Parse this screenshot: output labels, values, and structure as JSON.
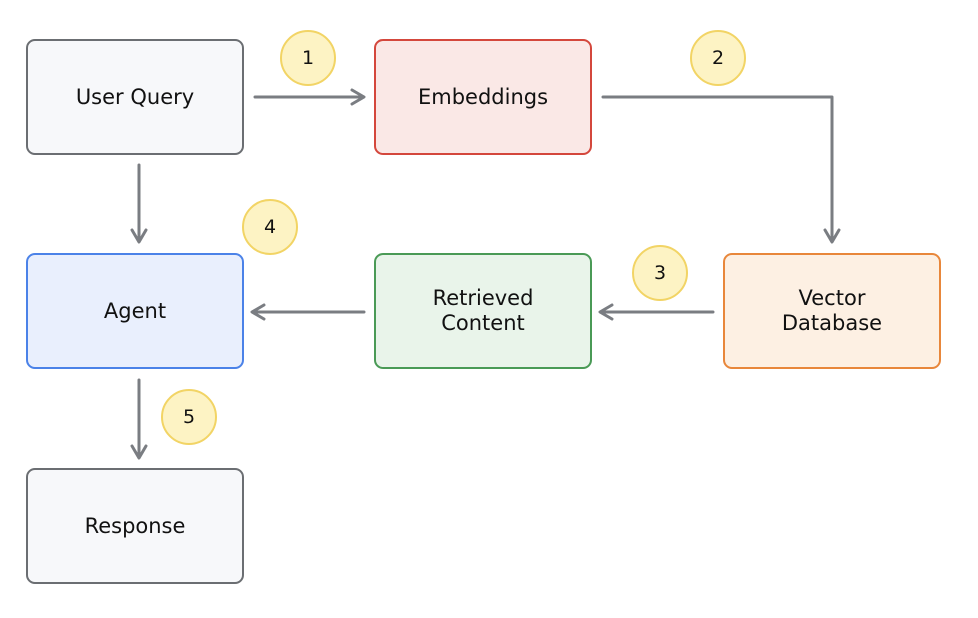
{
  "nodes": {
    "user_query": {
      "label": "User Query",
      "fill": "#f7f8fa",
      "border": "#6b6e72"
    },
    "embeddings": {
      "label": "Embeddings",
      "fill": "#fae8e6",
      "border": "#d4473c"
    },
    "vector_database": {
      "label": "Vector\nDatabase",
      "fill": "#fdf0e3",
      "border": "#e8873b"
    },
    "retrieved_content": {
      "label": "Retrieved\nContent",
      "fill": "#e9f4ea",
      "border": "#4a9a56"
    },
    "agent": {
      "label": "Agent",
      "fill": "#e9effd",
      "border": "#4b82e8"
    },
    "response": {
      "label": "Response",
      "fill": "#f7f8fa",
      "border": "#6b6e72"
    }
  },
  "steps": [
    "1",
    "2",
    "3",
    "4",
    "5"
  ],
  "colors": {
    "arrow": "#7a7d82",
    "badge_fill": "#fdf3c4",
    "badge_border": "#f2d465"
  }
}
